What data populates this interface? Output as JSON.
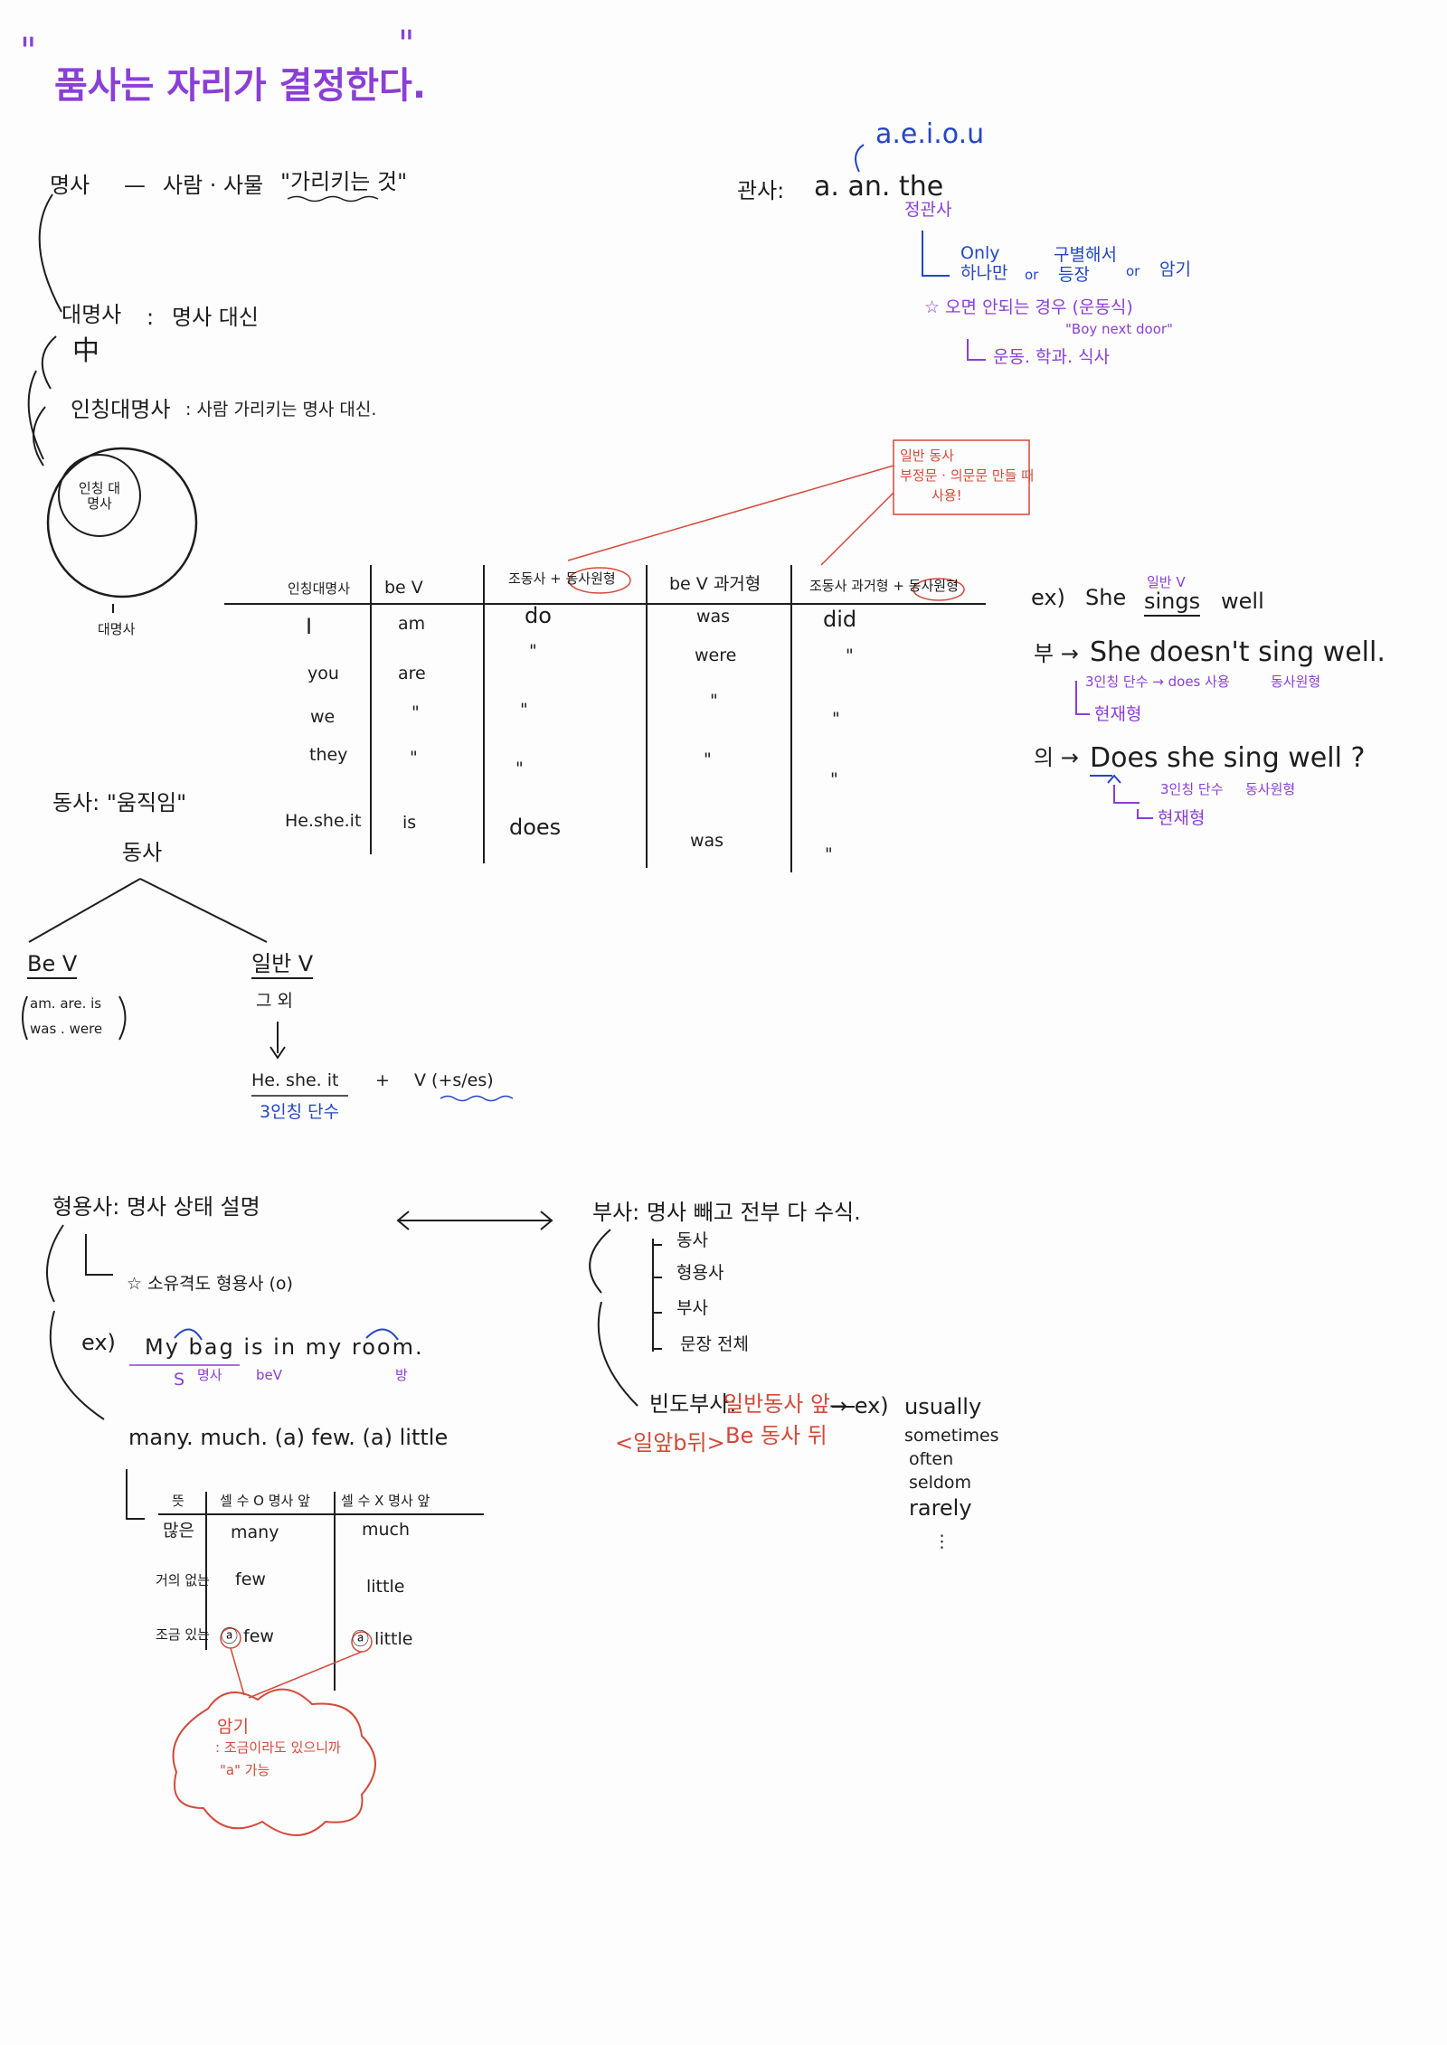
{
  "title": "품사는 자리가 결정한다.",
  "noun": {
    "label": "명사",
    "dash": "—",
    "desc": "사람 · 사물",
    "point": "\"가리키는 것\""
  },
  "pronoun": {
    "label": "대명사",
    "colon": ":",
    "desc": "명사 대신",
    "inside": "中"
  },
  "personal": {
    "label": "인칭대명사",
    "desc": ": 사람 가리키는 명사 대신.",
    "circle_inner": "인칭 대명사",
    "circle_outer": "대명사"
  },
  "article": {
    "label": "관사:",
    "words": "a. an. the",
    "vowels": "a.e.i.o.u",
    "definite": "정관사",
    "only": "Only",
    "only_one": "하나만",
    "or1": "or",
    "distinguish": "구별해서",
    "appear": "등장",
    "or2": "or",
    "memo": "암기",
    "exception": "☆ 오면 안되는 경우 (운동식)",
    "example": "\"Boy next door\"",
    "list": "운동. 학과. 식사"
  },
  "callout": {
    "line1": "일반 동사",
    "line2": "부정문 · 의문문 만들 때",
    "line3": "사용!"
  },
  "table": {
    "headers": [
      "인칭대명사",
      "be V",
      "조동사 + 동사원형",
      "be V 과거형",
      "조동사 과거형 + 동사원형"
    ],
    "rows": [
      [
        "I",
        "am",
        "do",
        "was",
        "did"
      ],
      [
        "you",
        "are",
        "\"",
        "were",
        "\""
      ],
      [
        "we",
        "\"",
        "\"",
        "\"",
        "\""
      ],
      [
        "they",
        "\"",
        "\"",
        "\"",
        "\""
      ],
      [
        "He.she.it",
        "is",
        "does",
        "was",
        "\""
      ]
    ]
  },
  "examples": {
    "ex": "ex)",
    "she": "She",
    "sings_note": "일반 V",
    "sings": "sings",
    "well": "well",
    "neg_mark": "부 →",
    "neg": "She doesn't sing well.",
    "neg_note1": "3인칭 단수 → does 사용",
    "neg_note2": "동사원형",
    "neg_note3": "현재형",
    "q_mark": "의 →",
    "q": "Does she sing well ?",
    "q_note1": "3인칭 단수",
    "q_note2": "동사원형",
    "q_note3": "현재형"
  },
  "verb": {
    "label": "동사: \"움직임\"",
    "root": "동사",
    "be": "Be V",
    "be_forms1": "am. are. is",
    "be_forms2": "was . were",
    "general": "일반 V",
    "general_sub": "그 외",
    "third": "He. she. it",
    "plus": "+",
    "rule": "V (+s/es)",
    "third_note": "3인칭 단수"
  },
  "adjective": {
    "label": "형용사: 명사 상태 설명",
    "possessive": "☆ 소유격도 형용사 (o)",
    "ex": "ex)",
    "sentence": "My bag is in my room.",
    "ann_s": "S",
    "ann_n": "명사",
    "ann_be": "beV",
    "ann_room": "방",
    "quantifiers": "many. much. (a) few. (a) little"
  },
  "quant_table": {
    "headers": [
      "뜻",
      "셀 수 O 명사 앞",
      "셀 수 X 명사 앞"
    ],
    "rows": [
      [
        "많은",
        "many",
        "much"
      ],
      [
        "거의 없는",
        "few",
        "little"
      ],
      [
        "조금 있는",
        "ⓐ few",
        "ⓐ little"
      ]
    ]
  },
  "cloud": {
    "line1": "암기",
    "line2": ": 조금이라도 있으니까",
    "line3": "\"a\" 가능"
  },
  "adverb": {
    "label": "부사: 명사 빼고 전부 다 수식.",
    "items": [
      "동사",
      "형용사",
      "부사",
      "문장 전체"
    ],
    "freq": "빈도부사:",
    "freq_rule1": "일반동사 앞",
    "freq_rule2": "Be 동사 뒤",
    "freq_memo": "<일앞b뒤>",
    "ex": "→ ex)",
    "words": [
      "usually",
      "sometimes",
      "often",
      "seldom",
      "rarely",
      "⋮"
    ]
  }
}
